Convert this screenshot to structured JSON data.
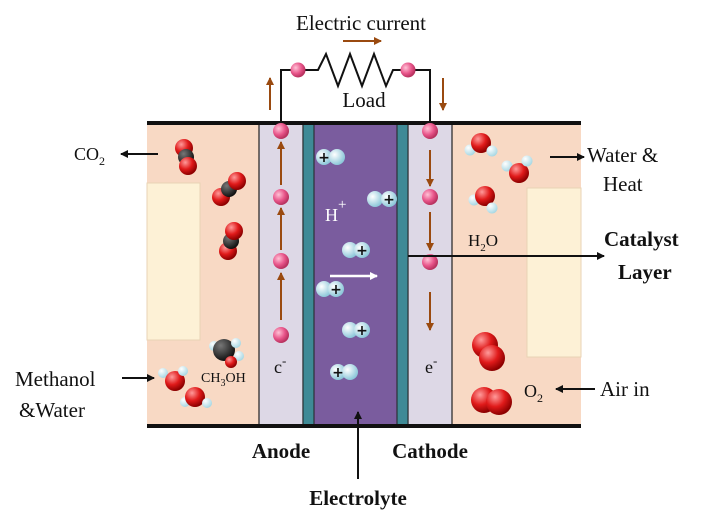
{
  "title": "Electric current",
  "load": "Load",
  "left_outputs": {
    "co2": "CO",
    "co2_sub": "2"
  },
  "right_outputs": {
    "line1": "Water &",
    "line2": "Heat"
  },
  "h_plus": {
    "base": "H",
    "sup": "+"
  },
  "water": {
    "base": "H",
    "sub": "2",
    "rest": "O"
  },
  "catalyst": {
    "line1": "Catalyst",
    "line2": "Layer"
  },
  "methanol_input": {
    "line1": "Methanol",
    "line2": "&Water"
  },
  "methanol_formula": {
    "a": "CH",
    "sub": "3",
    "b": "OH"
  },
  "anode_electron": {
    "base": "c",
    "sup": "-"
  },
  "cathode_electron": {
    "base": "e",
    "sup": "-"
  },
  "oxygen": {
    "base": "O",
    "sub": "2"
  },
  "air_in": "Air in",
  "anode": "Anode",
  "cathode": "Cathode",
  "electrolyte": "Electrolyte",
  "colors": {
    "anode_chamber": "#f8d9c4",
    "diffusion_layer": "#fdf1d6",
    "catalyst_layer": "#ddd8e6",
    "membrane": "#7a5c9e",
    "membrane_edge": "#3f8a96",
    "electron": "#e8558a",
    "proton": "#bfe4ef",
    "arrow": "#9a4a10"
  }
}
